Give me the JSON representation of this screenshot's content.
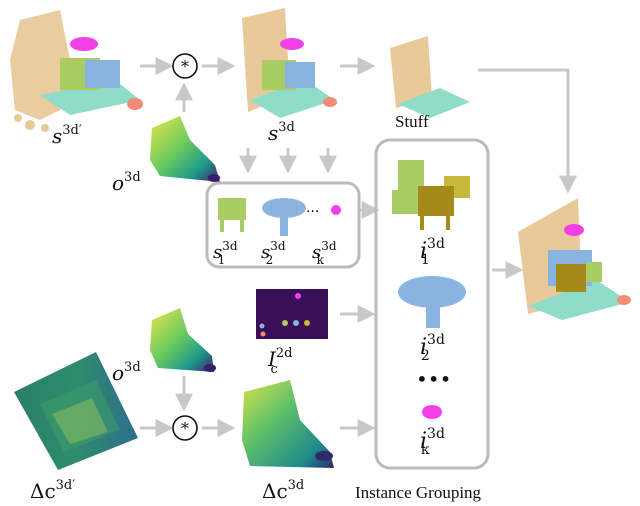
{
  "labels": {
    "s3d_prime": {
      "base": "s",
      "sup": "3d′"
    },
    "s3d": {
      "base": "s",
      "sup": "3d"
    },
    "stuff": "Stuff",
    "o3d_top": {
      "base": "o",
      "sup": "3d"
    },
    "o3d_bottom": {
      "base": "o",
      "sup": "3d"
    },
    "s1": {
      "base": "s",
      "sup": "3d",
      "sub": "1"
    },
    "s2": {
      "base": "s",
      "sup": "3d",
      "sub": "2"
    },
    "sk": {
      "base": "s",
      "sup": "3d",
      "sub": "k"
    },
    "ellipsis_small": "···",
    "i1": {
      "base": "i",
      "sup": "3d",
      "sub": "1"
    },
    "i2": {
      "base": "i",
      "sup": "3d",
      "sub": "2"
    },
    "ik": {
      "base": "i",
      "sup": "3d",
      "sub": "k"
    },
    "ellipsis_big": "•••",
    "ic2d": {
      "base": "I",
      "sup": "2d",
      "sub": "c"
    },
    "dc3d_prime": {
      "base": "Δc",
      "sup": "3d′"
    },
    "dc3d": {
      "base": "Δc",
      "sup": "3d"
    },
    "instance_grouping": "Instance Grouping",
    "operator": "*"
  },
  "colors": {
    "wall": "#E8C99A",
    "floor": "#8FDCC8",
    "green_chair": "#A9CC63",
    "blue_table": "#8AB4E0",
    "magenta": "#F23FE6",
    "salmon": "#F28C78",
    "olive": "#A38A1A",
    "yellow_chair": "#C8B83A",
    "arrow": "#C8C8C8",
    "box_border": "#BBBBBB",
    "viridis_dark": "#2E6E8E",
    "viridis_teal": "#1F9A8A",
    "viridis_yellow": "#E9E64A",
    "viridis_purple": "#3B1E6B",
    "panel_purple": "#3A0F5A"
  }
}
